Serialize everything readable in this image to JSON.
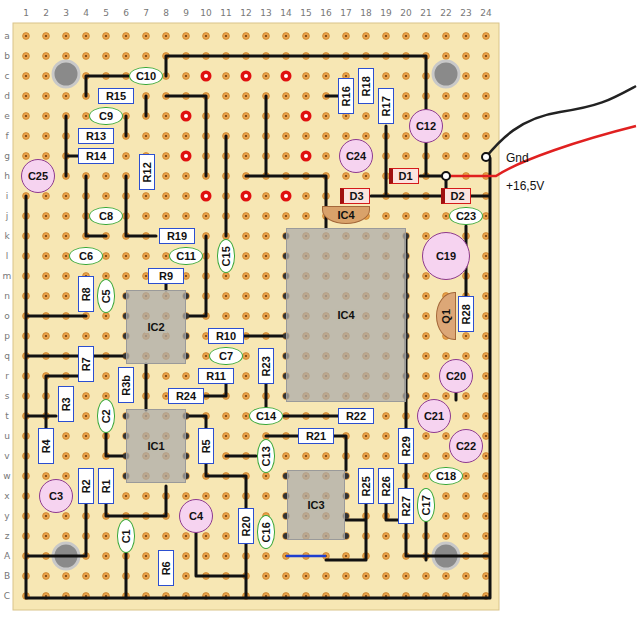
{
  "diagram": {
    "nodes": [
      {
        "text": [
          "C10"
        ]
      },
      {
        "text": [
          "R18"
        ]
      },
      {
        "text": [
          "R15"
        ]
      },
      {
        "text": [
          "R16"
        ]
      },
      {
        "text": [
          "R17"
        ]
      },
      {
        "text": [
          "C9"
        ]
      },
      {
        "text": [
          "C12"
        ]
      },
      {
        "text": [
          "R13"
        ]
      },
      {
        "text": [
          "R14"
        ]
      },
      {
        "text": [
          "C24"
        ]
      },
      {
        "text": [
          "R12"
        ]
      },
      {
        "text": [
          "C25"
        ]
      },
      {
        "text": [
          "D1"
        ]
      },
      {
        "text": [
          "D3"
        ]
      },
      {
        "text": [
          "D2"
        ]
      },
      {
        "text": [
          "IC4"
        ]
      },
      {
        "text": [
          "C8"
        ]
      },
      {
        "text": [
          "C23"
        ]
      },
      {
        "text": [
          "R19"
        ]
      },
      {
        "text": [
          "C6"
        ]
      },
      {
        "text": [
          "C11"
        ]
      },
      {
        "text": [
          "C15"
        ]
      },
      {
        "text": [
          "C19"
        ]
      },
      {
        "text": [
          "R9"
        ]
      },
      {
        "text": [
          "R8"
        ]
      },
      {
        "text": [
          "C5"
        ]
      },
      {
        "text": [
          "IC4"
        ]
      },
      {
        "text": [
          "Q1"
        ]
      },
      {
        "text": [
          "R28"
        ]
      },
      {
        "text": [
          "IC2"
        ]
      },
      {
        "text": [
          "R10"
        ]
      },
      {
        "text": [
          "C7"
        ]
      },
      {
        "text": [
          "R7"
        ]
      },
      {
        "text": [
          "R23"
        ]
      },
      {
        "text": [
          "R11"
        ]
      },
      {
        "text": [
          "C20"
        ]
      },
      {
        "text": [
          "R3b"
        ]
      },
      {
        "text": [
          "R24"
        ]
      },
      {
        "text": [
          "R3"
        ]
      },
      {
        "text": [
          "C2"
        ]
      },
      {
        "text": [
          "C14"
        ]
      },
      {
        "text": [
          "R22"
        ]
      },
      {
        "text": [
          "C21"
        ]
      },
      {
        "text": [
          "R21"
        ]
      },
      {
        "text": [
          "R4"
        ]
      },
      {
        "text": [
          "IC1"
        ]
      },
      {
        "text": [
          "R5"
        ]
      },
      {
        "text": [
          "R29"
        ]
      },
      {
        "text": [
          "C22"
        ]
      },
      {
        "text": [
          "C13"
        ]
      },
      {
        "text": [
          "C18"
        ]
      },
      {
        "text": [
          "R2"
        ]
      },
      {
        "text": [
          "R1"
        ]
      },
      {
        "text": [
          "R25"
        ]
      },
      {
        "text": [
          "R26"
        ]
      },
      {
        "text": [
          "C3"
        ]
      },
      {
        "text": [
          "C17"
        ]
      },
      {
        "text": [
          "IC3"
        ]
      },
      {
        "text": [
          "R27"
        ]
      },
      {
        "text": [
          "C4"
        ]
      },
      {
        "text": [
          "R20"
        ]
      },
      {
        "text": [
          "C16"
        ]
      },
      {
        "text": [
          "C1"
        ]
      },
      {
        "text": [
          "R6"
        ]
      }
    ],
    "labels": [
      "1",
      "2",
      "3",
      "4",
      "5",
      "6",
      "7",
      "8",
      "9",
      "10",
      "11",
      "12",
      "13",
      "14",
      "15",
      "16",
      "17",
      "18",
      "19",
      "20",
      "21",
      "22",
      "23",
      "24",
      "a",
      "b",
      "c",
      "d",
      "e",
      "f",
      "g",
      "h",
      "i",
      "j",
      "k",
      "l",
      "m",
      "n",
      "o",
      "p",
      "q",
      "r",
      "s",
      "t",
      "u",
      "v",
      "w",
      "x",
      "y",
      "z",
      "A",
      "B",
      "C",
      "Gnd",
      "+16,5V"
    ]
  }
}
